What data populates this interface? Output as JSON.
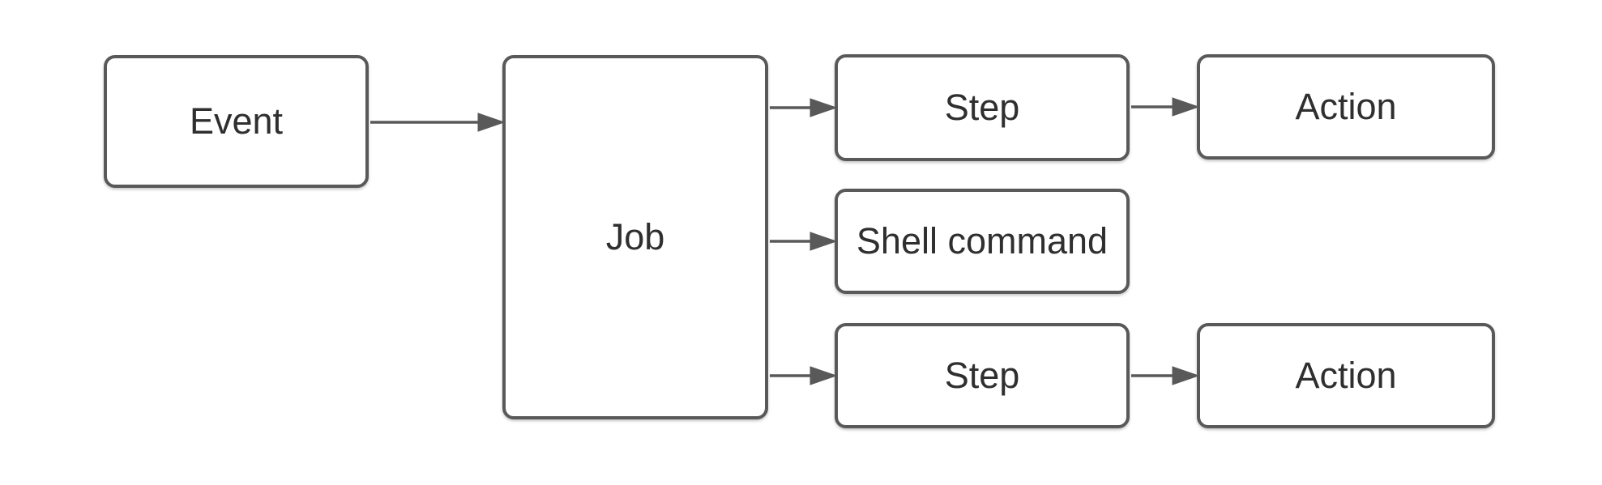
{
  "diagram": {
    "type": "flowchart",
    "background_color": "#ffffff",
    "node_fill_color": "#ffffff",
    "stroke_color": "#595959",
    "text_color": "#2f2f2f",
    "nodes": [
      {
        "id": "event",
        "label": "Event"
      },
      {
        "id": "job",
        "label": "Job"
      },
      {
        "id": "step-top",
        "label": "Step"
      },
      {
        "id": "action-top",
        "label": "Action"
      },
      {
        "id": "shell-command",
        "label": "Shell command"
      },
      {
        "id": "step-bottom",
        "label": "Step"
      },
      {
        "id": "action-bottom",
        "label": "Action"
      }
    ],
    "connections": [
      {
        "from": "event",
        "to": "job"
      },
      {
        "from": "job",
        "to": "step-top"
      },
      {
        "from": "job",
        "to": "shell-command"
      },
      {
        "from": "job",
        "to": "step-bottom"
      },
      {
        "from": "step-top",
        "to": "action-top"
      },
      {
        "from": "step-bottom",
        "to": "action-bottom"
      }
    ]
  }
}
